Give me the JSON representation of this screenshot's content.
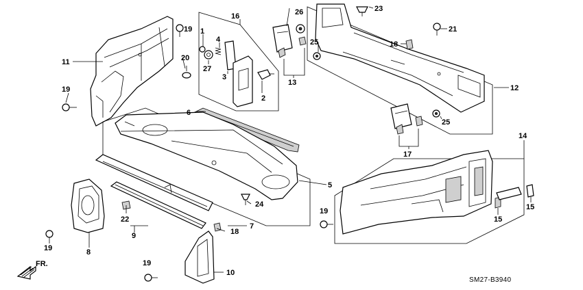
{
  "diagram": {
    "code": "SM27-B3940",
    "direction_label": "FR.",
    "labels": {
      "l1": "1",
      "l2": "2",
      "l3": "3",
      "l4": "4",
      "l5": "5",
      "l6": "6",
      "l7": "7",
      "l8": "8",
      "l9": "9",
      "l10": "10",
      "l11": "11",
      "l12": "12",
      "l13": "13",
      "l14": "14",
      "l15a": "15",
      "l15b": "15",
      "l16": "16",
      "l17": "17",
      "l18a": "18",
      "l18b": "18",
      "l19a": "19",
      "l19b": "19",
      "l19c": "19",
      "l19d": "19",
      "l19e": "19",
      "l20": "20",
      "l21": "21",
      "l22": "22",
      "l23": "23",
      "l24": "24",
      "l25a": "25",
      "l25b": "25",
      "l26": "26",
      "l27": "27"
    }
  }
}
